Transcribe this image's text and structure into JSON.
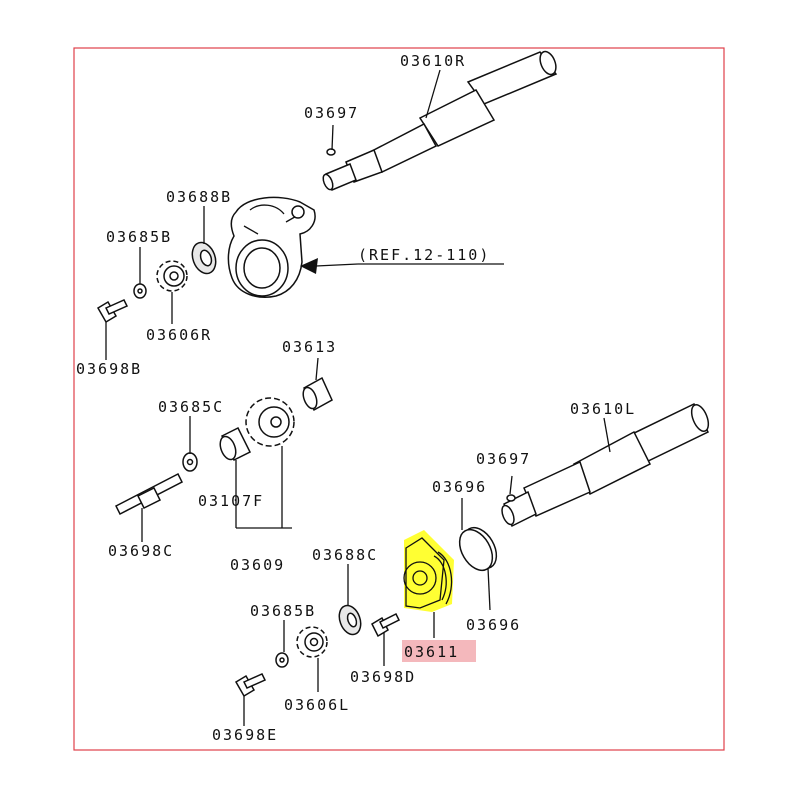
{
  "colors": {
    "frame": "#e0404a",
    "highlight": "#ffff33",
    "label_highlight": "#f4b8bc"
  },
  "labels": {
    "p03610R": "03610R",
    "p03697a": "03697",
    "p03688B": "03688B",
    "p03685B_top": "03685B",
    "ref": "(REF.12-110)",
    "p03606R": "03606R",
    "p03698B": "03698B",
    "p03613": "03613",
    "p03685C": "03685C",
    "p03610L": "03610L",
    "p03697b": "03697",
    "p03696a": "03696",
    "p03107F": "03107F",
    "p03698C": "03698C",
    "p03609": "03609",
    "p03688C": "03688C",
    "p03685B_bot": "03685B",
    "p03696b": "03696",
    "p03611": "03611",
    "p03698D": "03698D",
    "p03606L": "03606L",
    "p03698E": "03698E"
  }
}
